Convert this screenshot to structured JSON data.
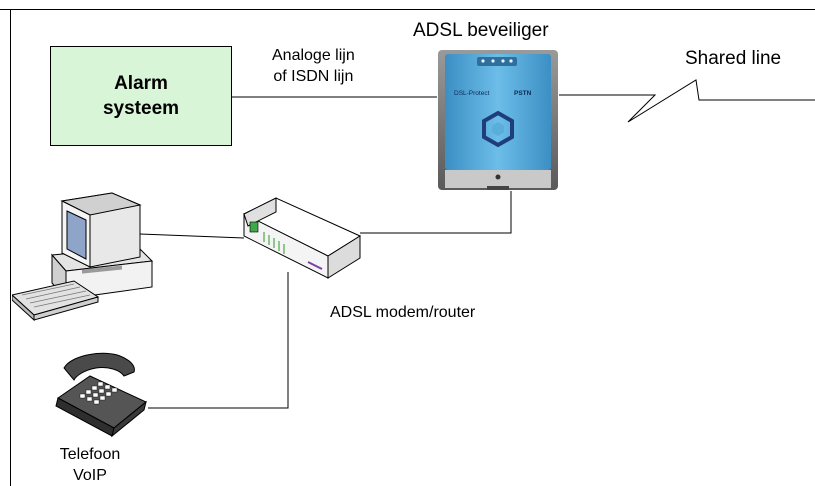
{
  "labels": {
    "alarm_line1": "Alarm",
    "alarm_line2": "systeem",
    "line_type_1": "Analoge lijn",
    "line_type_2": "of ISDN lijn",
    "protector_title": "ADSL beveiliger",
    "protector_brand": "DSL-Protect",
    "protector_model": "PSTN",
    "shared_line": "Shared line",
    "modem": "ADSL modem/router",
    "phone_line1": "Telefoon",
    "phone_line2": "VoIP"
  },
  "colors": {
    "alarm_fill": "#d8f5d8",
    "device_blue": "#5aaedc",
    "device_logo": "#1f3d7a"
  },
  "icons": [
    "computer-icon",
    "modem-router-icon",
    "telephone-icon",
    "adsl-protector-icon"
  ]
}
